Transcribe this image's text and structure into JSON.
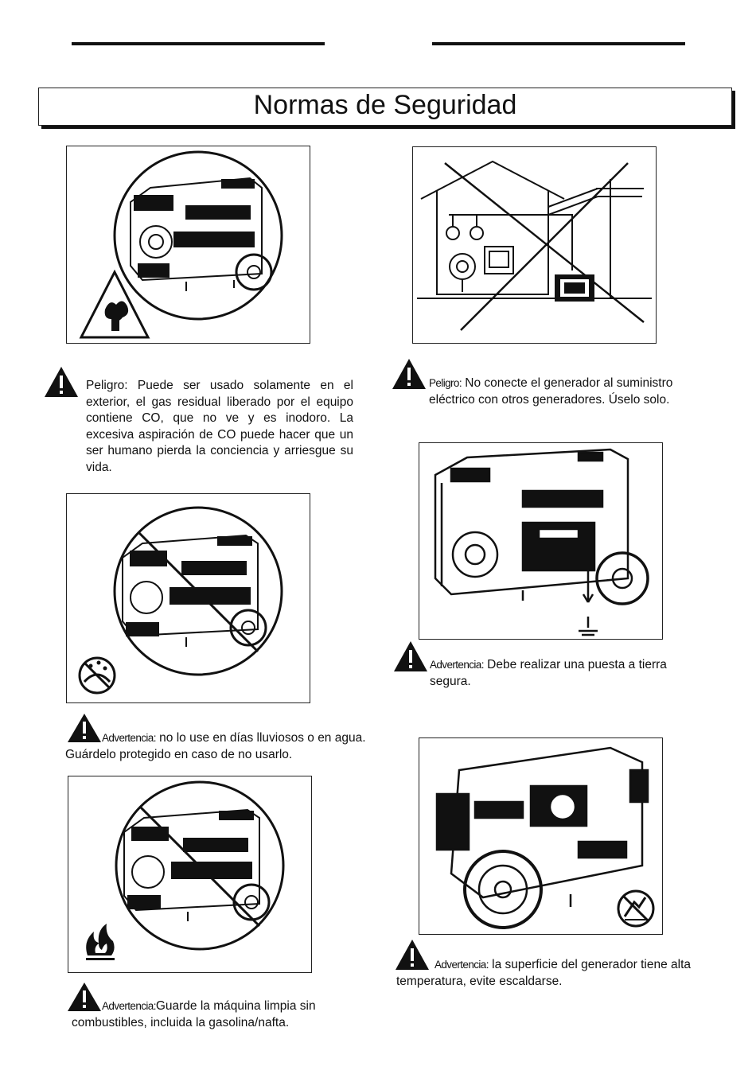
{
  "page_title": "Normas de Seguridad",
  "colors": {
    "ink": "#111111",
    "paper": "#ffffff"
  },
  "icons": [
    "warning-triangle-icon",
    "toxic-gas-icon",
    "no-rain-icon",
    "fire-icon",
    "no-touch-hot-surface-icon",
    "ground-symbol-icon"
  ],
  "sections": {
    "co_gas": {
      "label": "Peligro:",
      "text": "Puede ser usado solamente en el exterior, el gas residual liberado por el equipo contiene CO, que no ve y es inodoro. La excesiva aspiración de CO puede hacer que un ser humano pierda la conciencia y arriesgue su vida."
    },
    "no_grid": {
      "label": "Peligro:",
      "text": "No conecte el generador al suministro eléctrico con otros generadores. Úselo solo."
    },
    "rain": {
      "label": "Advertencia:",
      "text": " no lo use en días lluviosos o en agua. Guárdelo protegido en caso de no usarlo."
    },
    "ground": {
      "label": "Advertencia:",
      "text": " Debe realizar una puesta a tierra segura."
    },
    "clean": {
      "label": "Advertencia:",
      "text": "Guarde la máquina limpia sin combustibles, incluida la gasolina/nafta."
    },
    "hot": {
      "label": "Advertencia:",
      "text": " la superficie del generador tiene alta temperatura, evite escaldarse."
    }
  }
}
